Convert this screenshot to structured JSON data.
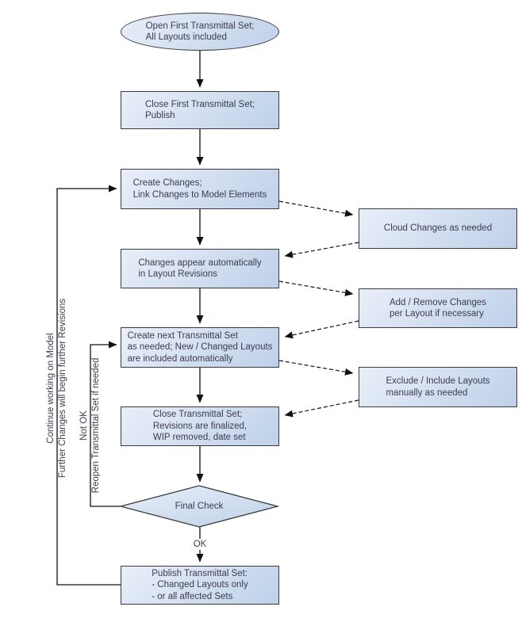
{
  "colors": {
    "node_fill_light": "#e9eff9",
    "node_fill_dark": "#bed0e9",
    "node_border": "#3a3a3a",
    "text_color": "#3c3c4e",
    "connector_color": "#111111",
    "background": "#ffffff"
  },
  "nodes": {
    "open_first": {
      "type": "terminator-ellipse",
      "lines": [
        "Open First Transmittal Set;",
        "All Layouts included"
      ]
    },
    "close_first": {
      "type": "process",
      "lines": [
        "Close First Transmittal Set;",
        "Publish"
      ]
    },
    "create_changes": {
      "type": "process",
      "lines": [
        "Create Changes;",
        "Link Changes to Model Elements"
      ]
    },
    "changes_appear": {
      "type": "process",
      "lines": [
        "Changes appear automatically",
        "in Layout Revisions"
      ]
    },
    "create_next": {
      "type": "process",
      "lines": [
        "Create next Transmittal Set",
        "as needed; New / Changed Layouts",
        "are included automatically"
      ]
    },
    "close_set": {
      "type": "process",
      "lines": [
        "Close Transmittal Set;",
        "Revisions are finalized,",
        "WIP removed, date set"
      ]
    },
    "final_check": {
      "type": "decision-diamond",
      "lines": [
        "Final Check"
      ]
    },
    "publish": {
      "type": "process",
      "lines": [
        "Publish Transmittal Set:",
        "- Changed Layouts only",
        "- or all affected Sets"
      ]
    },
    "cloud_changes": {
      "type": "side-process",
      "lines": [
        "Cloud Changes as needed"
      ]
    },
    "add_remove": {
      "type": "side-process",
      "lines": [
        "Add / Remove Changes",
        "per Layout if necessary"
      ]
    },
    "exclude_include": {
      "type": "side-process",
      "lines": [
        "Exclude / Include Layouts",
        "manually as needed"
      ]
    }
  },
  "labels": {
    "ok": "OK",
    "loop_continue": {
      "lines": [
        "Continue working on Model",
        "Further Changes will begin further Revisions"
      ]
    },
    "loop_not_ok": {
      "lines": [
        "Not OK",
        "Reopen Transmittal Set if needed"
      ]
    }
  }
}
